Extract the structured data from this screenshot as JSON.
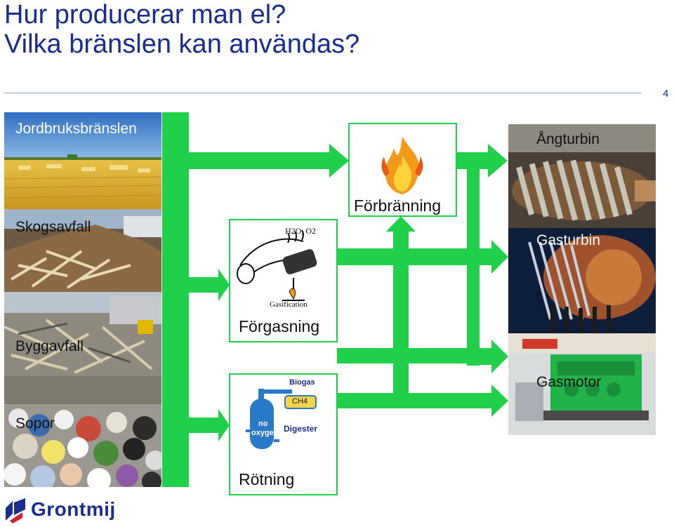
{
  "title": {
    "line1": "Hur producerar man el?",
    "line2": "Vilka bränslen kan användas?"
  },
  "page_number": "4",
  "sources": [
    {
      "label": "Jordbruksbränslen"
    },
    {
      "label": "Skogsavfall"
    },
    {
      "label": "Byggavfall"
    },
    {
      "label": "Sopor"
    }
  ],
  "processes": {
    "combustion": {
      "label": "Förbränning"
    },
    "gasification": {
      "label": "Förgasning",
      "caption": "Gasification",
      "gases": "H2O, O2"
    },
    "digestion": {
      "label": "Rötning",
      "biogas": "Biogas",
      "ch4": "CH4",
      "no_oxygen_1": "no",
      "no_oxygen_2": "oxygen",
      "digester": "Digester"
    }
  },
  "outputs": [
    {
      "label": "Ångturbin"
    },
    {
      "label": "Gasturbin"
    },
    {
      "label": "Gasmotor"
    }
  ],
  "logo": {
    "text": "Grontmij"
  },
  "colors": {
    "title": "#1a2c8c",
    "flow": "#21d04a"
  }
}
